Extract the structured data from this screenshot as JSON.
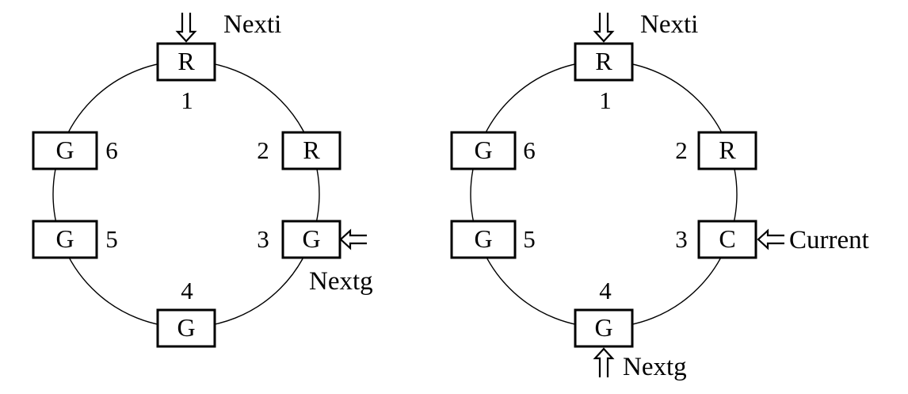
{
  "diagrams": [
    {
      "nodes": [
        {
          "number": "1",
          "letter": "R"
        },
        {
          "number": "2",
          "letter": "R"
        },
        {
          "number": "3",
          "letter": "G"
        },
        {
          "number": "4",
          "letter": "G"
        },
        {
          "number": "5",
          "letter": "G"
        },
        {
          "number": "6",
          "letter": "G"
        }
      ],
      "pointers": [
        {
          "label": "Nexti",
          "node": "1"
        },
        {
          "label": "Nextg",
          "node": "3"
        }
      ]
    },
    {
      "nodes": [
        {
          "number": "1",
          "letter": "R"
        },
        {
          "number": "2",
          "letter": "R"
        },
        {
          "number": "3",
          "letter": "C"
        },
        {
          "number": "4",
          "letter": "G"
        },
        {
          "number": "5",
          "letter": "G"
        },
        {
          "number": "6",
          "letter": "G"
        }
      ],
      "pointers": [
        {
          "label": "Nexti",
          "node": "1"
        },
        {
          "label": "Current",
          "node": "3"
        },
        {
          "label": "Nextg",
          "node": "4"
        }
      ]
    }
  ]
}
